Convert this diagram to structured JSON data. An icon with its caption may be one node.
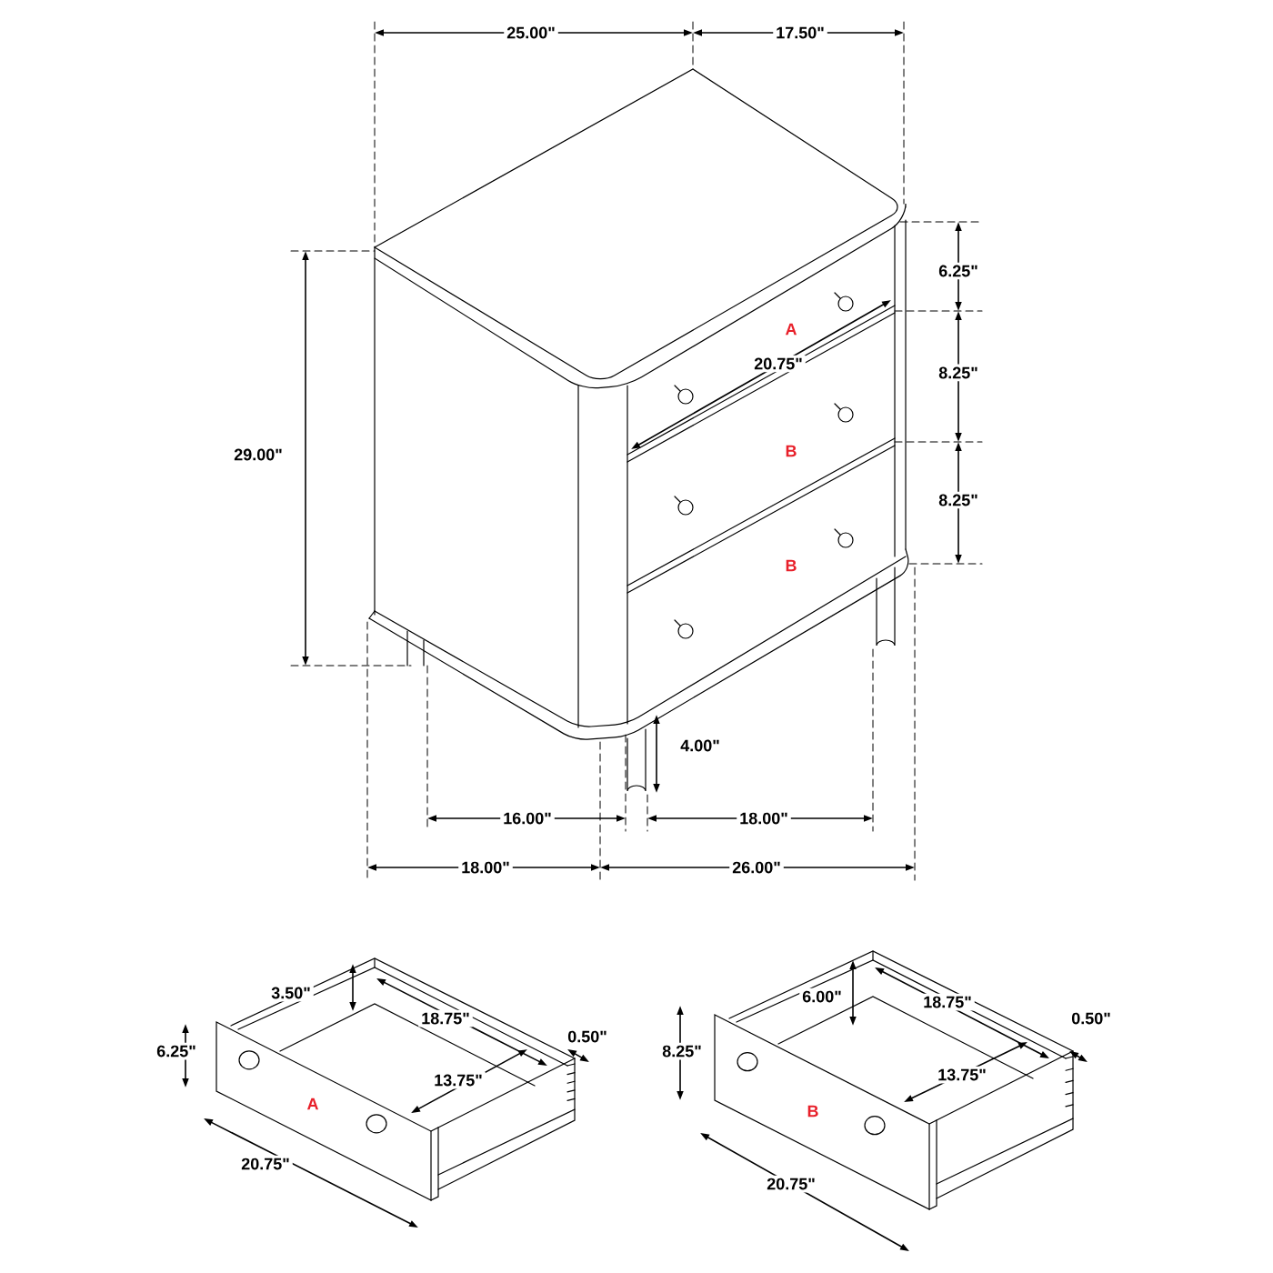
{
  "diagram": {
    "labels": [
      "25.00\"",
      "17.50\"",
      "6.25\"",
      "29.00\"",
      "A",
      "20.75\"",
      "8.25\"",
      "B",
      "8.25\"",
      "B",
      "4.00\"",
      "16.00\"",
      "18.00\"",
      "18.00\"",
      "26.00\"",
      "3.50\"",
      "6.00\"",
      "18.75\"",
      "18.75\"",
      "0.50\"",
      "0.50\"",
      "6.25\"",
      "8.25\"",
      "13.75\"",
      "13.75\"",
      "A",
      "B",
      "20.75\"",
      "20.75\""
    ]
  }
}
